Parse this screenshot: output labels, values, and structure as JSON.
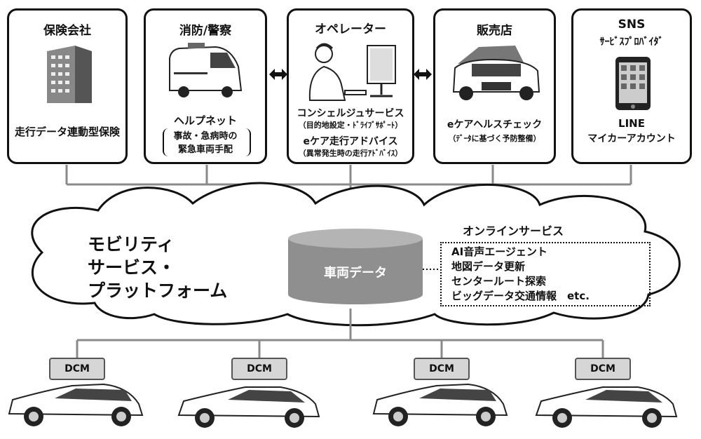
{
  "boxes": {
    "insurance": {
      "title": "保険会社",
      "service": "走行データ連動型保険"
    },
    "emergency": {
      "title": "消防/警察",
      "service": "ヘルプネット",
      "detail_1": "事故・急病時の",
      "detail_2": "緊急車両手配"
    },
    "operator": {
      "title": "オペレーター",
      "service_1": "コンシェルジュサービス",
      "service_1_detail": "（目的地設定・ﾄﾞﾗｲﾌﾞｻﾎﾟｰﾄ）",
      "service_2": "eケア走行アドバイス",
      "service_2_detail": "（異常発生時の走行ｱﾄﾞﾊﾞｲｽ）"
    },
    "dealer": {
      "title": "販売店",
      "service": "eケアヘルスチェック",
      "detail": "（ﾃﾞｰﾀに基づく予防整備）"
    },
    "sns": {
      "title": "SNS",
      "subtitle": "ｻｰﾋﾞｽﾌﾟﾛﾊﾞｲﾀﾞ",
      "service_1": "LINE",
      "service_2": "マイカーアカウント"
    }
  },
  "platform": {
    "line_1": "モビリティ",
    "line_2": "サービス・",
    "line_3": "プラットフォーム"
  },
  "database": {
    "label": "車両データ"
  },
  "online_services": {
    "title": "オンラインサービス",
    "items": [
      "AI音声エージェント",
      "地図データ更新",
      "センタールート探索",
      "ビッグデータ交通情報　etc."
    ]
  },
  "vehicles": {
    "dcm_labels": [
      "DCM",
      "DCM",
      "DCM",
      "DCM"
    ]
  },
  "icons": {
    "insurance": "office-building-icon",
    "emergency": "ambulance-icon",
    "operator": "operator-headset-icon",
    "dealer": "car-maintenance-icon",
    "sns": "smartphone-icon",
    "arrows": "double-arrow-icon",
    "vehicle": "car-icon"
  },
  "colors": {
    "line": "#8a8a8a",
    "outline": "#111111",
    "database": "#8f8f8f",
    "dcm_fill": "#d6d6d6"
  }
}
